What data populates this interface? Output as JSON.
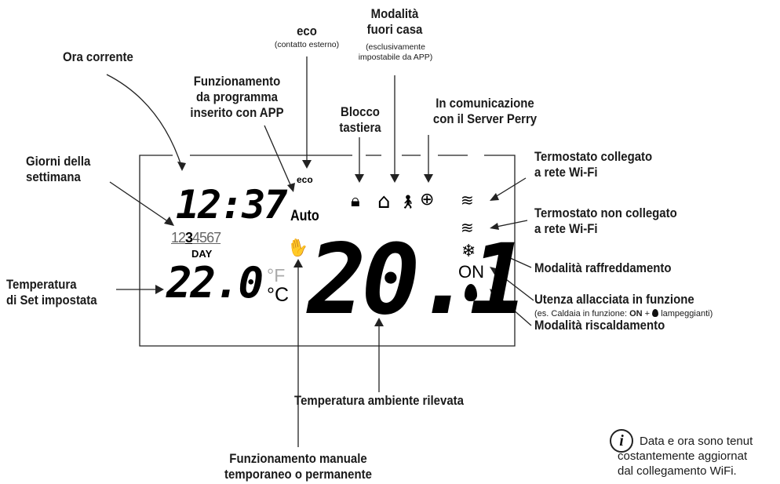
{
  "labels": {
    "ora_corrente": "Ora corrente",
    "funz_prog_1": "Funzionamento",
    "funz_prog_2": "da programma",
    "funz_prog_3": "inserito con APP",
    "eco_title": "eco",
    "eco_sub": "(contatto esterno)",
    "fuori_1": "Modalità",
    "fuori_2": "fuori casa",
    "fuori_sub_1": "(esclusivamente",
    "fuori_sub_2": "impostabile da APP)",
    "blocco_1": "Blocco",
    "blocco_2": "tastiera",
    "comunic_1": "In comunicazione",
    "comunic_2": "con il Server Perry",
    "giorni_1": "Giorni della",
    "giorni_2": "settimana",
    "wifi_on_1": "Termostato collegato",
    "wifi_on_2": "a rete Wi-Fi",
    "wifi_off_1": "Termostato non collegato",
    "wifi_off_2": "a rete Wi-Fi",
    "raffr": "Modalità raffreddamento",
    "utenza": "Utenza allacciata in funzione",
    "utenza_sub_pre": "(es. Caldaia in funzione:",
    "utenza_sub_on": "ON",
    "utenza_sub_plus": "+",
    "utenza_sub_post": "lampeggianti)",
    "riscald": "Modalità riscaldamento",
    "set_1": "Temperatura",
    "set_2": "di Set impostata",
    "ambiente": "Temperatura ambiente rilevata",
    "manuale_1": "Funzionamento manuale",
    "manuale_2": "temporaneo o permanente"
  },
  "display": {
    "time": "12:37",
    "days_pre": "12",
    "day_active": "3",
    "days_post": "4567",
    "day_word": "DAY",
    "set_temp": "22.0",
    "unit_f": "°F",
    "unit_c": "°C",
    "eco_icon_text": "eco",
    "auto_text": "Auto",
    "room_temp": "20.1",
    "on_text": "ON"
  },
  "note": {
    "info_glyph": "i",
    "line1": "Data e ora sono tenut",
    "line2": "costantemente aggiornat",
    "line3": "dal collegamento WiFi."
  },
  "colors": {
    "text": "#1a1a1a",
    "fahrenheit": "#aaaaaa"
  }
}
